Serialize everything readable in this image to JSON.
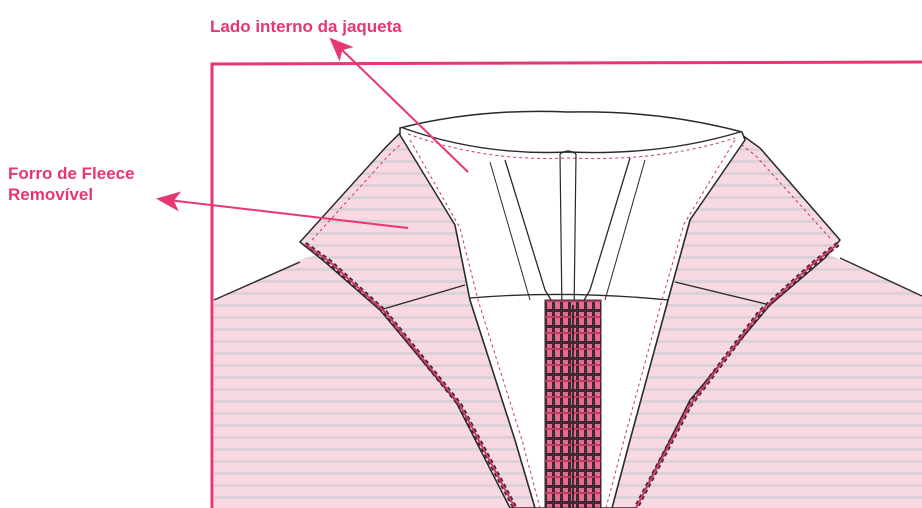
{
  "annotations": {
    "inner_side": "Lado interno da jaqueta",
    "fleece_line1": "Forro de Fleece",
    "fleece_line2": "Removível"
  },
  "colors": {
    "accent": "#e8366f",
    "fleece_fill": "#f8d8e2",
    "stripe": "#dcd2dc",
    "outline": "#2a2a2a",
    "zipper_red": "#d43a66",
    "zipper_dark": "#3a2a34",
    "dashed_stitch": "#c63a64"
  }
}
